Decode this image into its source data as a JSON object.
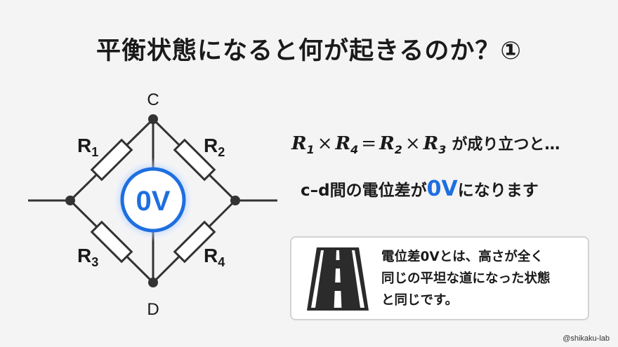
{
  "title": "平衡状態になると何が起きるのか？①",
  "nodes": {
    "c": "C",
    "d": "D"
  },
  "resistors": {
    "r1": "R",
    "r2": "R",
    "r3": "R",
    "r4": "R"
  },
  "resistor_subs": {
    "r1": "1",
    "r2": "2",
    "r3": "3",
    "r4": "4"
  },
  "voltmeter": {
    "reading": "0V"
  },
  "equation": {
    "r1": "R",
    "s1": "1",
    "times1": "×",
    "r4": "R",
    "s4": "4",
    "equals": "=",
    "r2": "R",
    "s2": "2",
    "times2": "×",
    "r3": "R",
    "s3": "3",
    "tail": "が成り立つと…"
  },
  "statement": {
    "pre": "c–d間の電位差が",
    "value": "0V",
    "post": "になります"
  },
  "note": {
    "icon": "road-icon",
    "lines": [
      "電位差0Vとは、高さが全く",
      "同じの平坦な道になった状態",
      "と同じです。"
    ]
  },
  "watermark": "@shikaku-lab",
  "colors": {
    "accent": "#1e6fe0",
    "glow": "#9cc2ff",
    "line": "#333333"
  }
}
